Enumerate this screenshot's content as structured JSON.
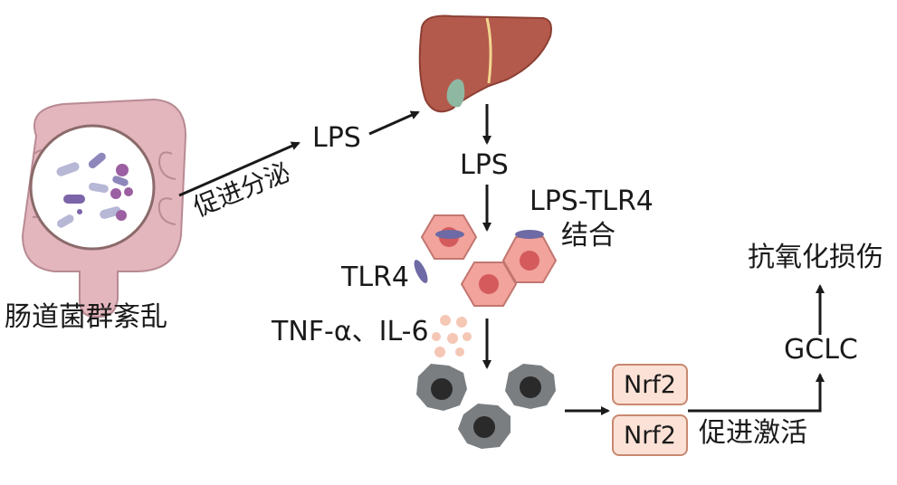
{
  "labels": {
    "dysbiosis": "肠道菌群紊乱",
    "promote_secretion": "促进分泌",
    "lps_top": "LPS",
    "lps_mid": "LPS",
    "lps_tlr4": "LPS-TLR4",
    "binding": "结合",
    "tlr4": "TLR4",
    "cytokines": "TNF-α、IL-6",
    "nrf2_top": "Nrf2",
    "nrf2_bottom": "Nrf2",
    "promote_activation": "促进激活",
    "gclc": "GCLC",
    "anti_oxidative": "抗氧化损伤"
  },
  "colors": {
    "intestine": "#e3b5bd",
    "liver": "#b35a4c",
    "gallbladder": "#8fb8a2",
    "hepatocyte": "#f1a39c",
    "nucleus": "#d45a5c",
    "tlr4_receptor": "#6d6aa6",
    "macrophage": "#7b7e81",
    "cytokine_dot": "#f5c7b5",
    "nrf2_fill": "#fbe1d6",
    "nrf2_border": "#c98870",
    "arrow": "#1a1a1a"
  }
}
